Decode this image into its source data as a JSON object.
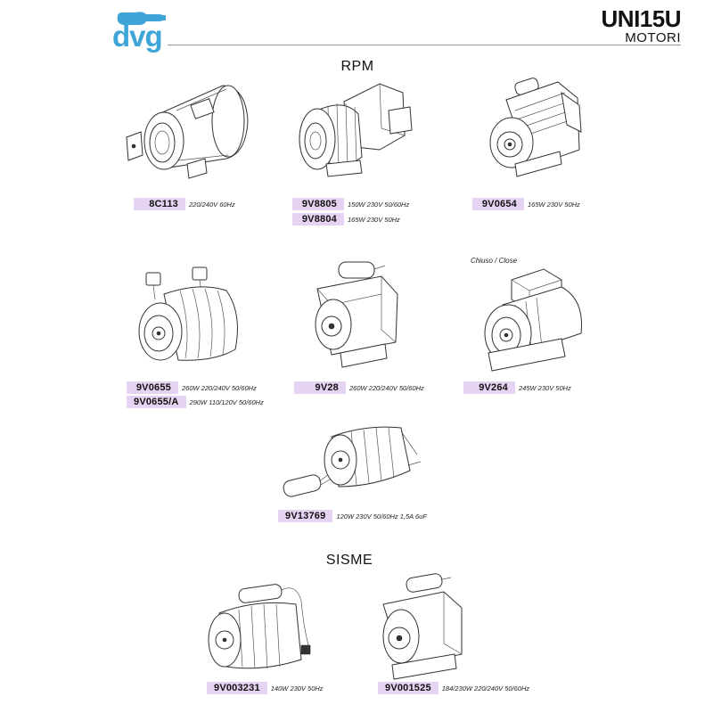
{
  "header": {
    "logo_text": "dvg",
    "title": "UNI15U",
    "subtitle": "MOTORI"
  },
  "sections": {
    "rpm": "RPM",
    "sisme": "SISME"
  },
  "parts": [
    {
      "code": "8C113",
      "spec": "220/240V 60Hz"
    },
    {
      "code": "9V8805",
      "spec": "150W 230V 50/60Hz"
    },
    {
      "code": "9V8804",
      "spec": "165W 230V 50Hz"
    },
    {
      "code": "9V0654",
      "spec": "165W 230V 50Hz"
    },
    {
      "code": "9V0655",
      "spec": "260W 220/240V 50/60Hz"
    },
    {
      "code": "9V0655/A",
      "spec": "290W 110/120V 50/60Hz"
    },
    {
      "code": "9V28",
      "spec": "260W 220/240V 50/60Hz"
    },
    {
      "code": "9V264",
      "spec": "245W 230V 50Hz"
    },
    {
      "code": "9V13769",
      "spec": "120W 230V 50/60Hz 1,5A 6uF"
    },
    {
      "code": "9V003231",
      "spec": "140W 230V 50Hz"
    },
    {
      "code": "9V001525",
      "spec": "184/230W 220/240V 50/60Hz"
    }
  ],
  "notes": {
    "closed": "Chiuso / Close"
  },
  "colors": {
    "logo": "#3fa4d8",
    "code_highlight": "#e6d3f1"
  }
}
